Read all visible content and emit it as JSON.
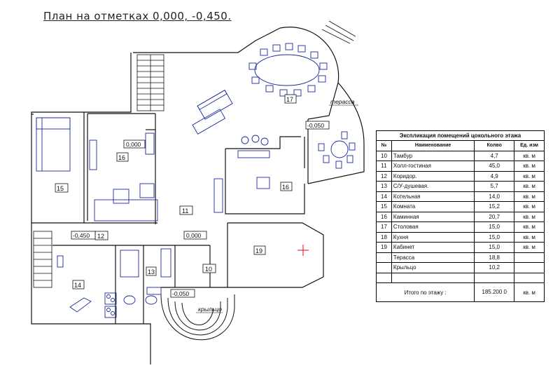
{
  "title": "План на отметках 0,000, -0,450.",
  "plan": {
    "rooms": [
      {
        "id": "r10",
        "num": "10"
      },
      {
        "id": "r11",
        "num": "11"
      },
      {
        "id": "r12",
        "num": "12"
      },
      {
        "id": "r13",
        "num": "13"
      },
      {
        "id": "r14",
        "num": "14"
      },
      {
        "id": "r15",
        "num": "15"
      },
      {
        "id": "r16a",
        "num": "16"
      },
      {
        "id": "r16b",
        "num": "16"
      },
      {
        "id": "r17",
        "num": "17"
      },
      {
        "id": "r19",
        "num": "19"
      }
    ],
    "marks": {
      "m16": "0,000",
      "m_corr": "-0,450",
      "m_hall": "0,000",
      "m_terr": "-0,050",
      "m_entry": "-0,050"
    },
    "labels": {
      "terrace": "терасса",
      "porch": "крыльцо"
    }
  },
  "table": {
    "title": "Экспликация помещений цокольного этажа",
    "headers": [
      "№",
      "Наименование",
      "Колво",
      "Ед. изм"
    ],
    "rows": [
      {
        "num": "10",
        "name": "Тамбур",
        "qty": "4,7",
        "unit": "кв. м"
      },
      {
        "num": "11",
        "name": "Холл-гостиная",
        "qty": "45,0",
        "unit": "кв. м"
      },
      {
        "num": "12",
        "name": "Коридор.",
        "qty": "4,9",
        "unit": "кв. м"
      },
      {
        "num": "13",
        "name": "С/У-душевая.",
        "qty": "5,7",
        "unit": "кв. м"
      },
      {
        "num": "14",
        "name": "Котельная",
        "qty": "14,0",
        "unit": "кв. м"
      },
      {
        "num": "15",
        "name": "Комната",
        "qty": "15,2",
        "unit": "кв. м"
      },
      {
        "num": "16",
        "name": "Каминная",
        "qty": "20,7",
        "unit": "кв. м"
      },
      {
        "num": "17",
        "name": "Столовая",
        "qty": "15,0",
        "unit": "кв. м"
      },
      {
        "num": "18",
        "name": "Кухня",
        "qty": "15,0",
        "unit": "кв. м"
      },
      {
        "num": "19",
        "name": "Кабинет",
        "qty": "15,0",
        "unit": "кв. м"
      },
      {
        "num": "",
        "name": "Терасса",
        "qty": "18,8",
        "unit": ""
      },
      {
        "num": "",
        "name": "Крыльцо",
        "qty": "10,2",
        "unit": ""
      },
      {
        "num": "",
        "name": "",
        "qty": "",
        "unit": ""
      }
    ],
    "total": {
      "label": "Итого по этажу :",
      "qty": "185.200 0",
      "unit": "кв. м"
    }
  }
}
